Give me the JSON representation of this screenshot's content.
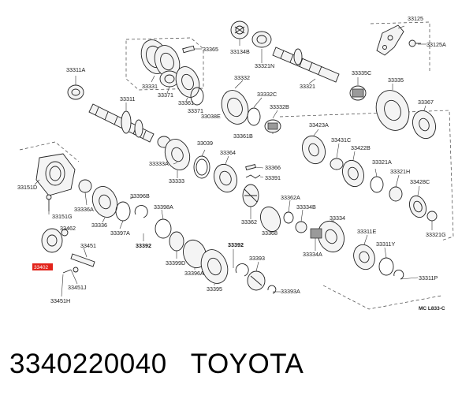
{
  "caption": {
    "part_number": "3340220040",
    "brand": "TOYOTA"
  },
  "drawing_code": "MC  L833-C",
  "highlight_color": "#e2231a",
  "labels": [
    {
      "id": "33125",
      "text": "33125"
    },
    {
      "id": "33125a",
      "text": "33125A"
    },
    {
      "id": "33365",
      "text": "33365"
    },
    {
      "id": "33134b",
      "text": "33134B"
    },
    {
      "id": "33321n",
      "text": "33321N"
    },
    {
      "id": "33311a",
      "text": "33311A"
    },
    {
      "id": "33331",
      "text": "33331"
    },
    {
      "id": "33371a",
      "text": "33371"
    },
    {
      "id": "33332",
      "text": "33332"
    },
    {
      "id": "33321",
      "text": "33321"
    },
    {
      "id": "33335c",
      "text": "33335C"
    },
    {
      "id": "33335",
      "text": "33335"
    },
    {
      "id": "33311",
      "text": "33311"
    },
    {
      "id": "33361",
      "text": "33361"
    },
    {
      "id": "33371b",
      "text": "33371"
    },
    {
      "id": "33038e",
      "text": "33038E"
    },
    {
      "id": "33332c",
      "text": "33332C"
    },
    {
      "id": "33332b",
      "text": "33332B"
    },
    {
      "id": "33367",
      "text": "33367"
    },
    {
      "id": "33361b",
      "text": "33361B"
    },
    {
      "id": "33423a",
      "text": "33423A"
    },
    {
      "id": "33039",
      "text": "33039"
    },
    {
      "id": "33364",
      "text": "33364"
    },
    {
      "id": "33431c",
      "text": "33431C"
    },
    {
      "id": "33422b",
      "text": "33422B"
    },
    {
      "id": "33333a",
      "text": "33333A"
    },
    {
      "id": "33366",
      "text": "33366"
    },
    {
      "id": "33391",
      "text": "33391"
    },
    {
      "id": "33321a",
      "text": "33321A"
    },
    {
      "id": "33151d",
      "text": "33151D"
    },
    {
      "id": "33333",
      "text": "33333"
    },
    {
      "id": "33321h",
      "text": "33321H"
    },
    {
      "id": "33428c",
      "text": "33428C"
    },
    {
      "id": "33336a",
      "text": "33336A"
    },
    {
      "id": "33396b",
      "text": "33396B"
    },
    {
      "id": "33362a",
      "text": "33362A"
    },
    {
      "id": "33398a",
      "text": "33398A"
    },
    {
      "id": "33334b",
      "text": "33334B"
    },
    {
      "id": "33151g",
      "text": "33151G"
    },
    {
      "id": "33362",
      "text": "33362"
    },
    {
      "id": "33334",
      "text": "33334"
    },
    {
      "id": "33462",
      "text": "33462"
    },
    {
      "id": "33336",
      "text": "33336"
    },
    {
      "id": "33397a",
      "text": "33397A"
    },
    {
      "id": "33368",
      "text": "33368"
    },
    {
      "id": "33321g",
      "text": "33321G"
    },
    {
      "id": "33311e",
      "text": "33311E"
    },
    {
      "id": "33451",
      "text": "33451"
    },
    {
      "id": "33392a",
      "text": "33392"
    },
    {
      "id": "33392b",
      "text": "33392"
    },
    {
      "id": "33311y",
      "text": "33311Y"
    },
    {
      "id": "33334a",
      "text": "33334A"
    },
    {
      "id": "33393",
      "text": "33393"
    },
    {
      "id": "33399d",
      "text": "33399D"
    },
    {
      "id": "33396a",
      "text": "33396A"
    },
    {
      "id": "33451j",
      "text": "33451J"
    },
    {
      "id": "33311p",
      "text": "33311P"
    },
    {
      "id": "33395",
      "text": "33395"
    },
    {
      "id": "33393a",
      "text": "33393A"
    },
    {
      "id": "33451h",
      "text": "33451H"
    }
  ],
  "highlighted_label": "33402"
}
